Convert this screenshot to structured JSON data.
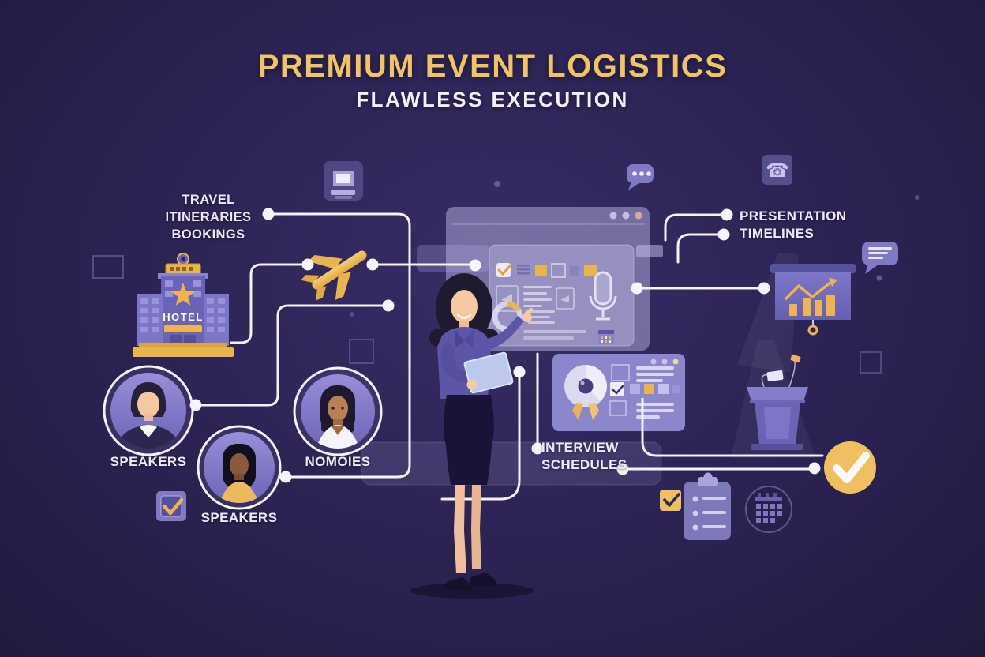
{
  "header": {
    "title": "PREMIUM EVENT LOGISTICS",
    "subtitle": "FLAWLESS EXECUTION"
  },
  "labels": {
    "travel": {
      "line1": "TRAVEL",
      "line2": "ITINERARIES",
      "line3": "BOOKINGS"
    },
    "presentation": {
      "line1": "PRESENTATION",
      "line2": "TIMELINES"
    },
    "interview": {
      "line1": "INTERVIEW",
      "line2": "SCHEDULES"
    },
    "speakers_top": "SPEAKERS",
    "speakers_bottom": "SPEAKERS",
    "nominees": "NOMOIES",
    "hotel_sign": "HOTEL"
  },
  "colors": {
    "background_center": "#372d66",
    "background_edge": "#221a40",
    "gold": "#eeb44e",
    "title_gold": "#f0c464",
    "text_white": "#edeaf8",
    "panel_purple": "#7d76c8",
    "connector_white": "#f4f2fb",
    "skirt_navy": "#191338",
    "tablet_blue": "#bcc8ec"
  },
  "icons": {
    "hotel-icon": "hotel building with gold star",
    "airplane-icon": "gold airplane",
    "printer-icon": "small badge printer square",
    "chat-dots-icon": "speech bubble with three dots",
    "phone-icon": "☎",
    "chat-lines-icon": "speech bubble with text lines",
    "checkbox-check-icon": "purple checkbox with gold check",
    "gold-checkbox-icon": "gold checkbox with navy check",
    "clipboard-icon": "clipboard with checklist",
    "calendar-icon": "round calendar grid",
    "gold-check-circle-icon": "gold circle with white checkmark",
    "mic-icon": "microphone outline",
    "donut-chart-icon": "donut chart with gold arc",
    "award-disc-icon": "disc medal with gold ribbons",
    "bar-chart-board-icon": "presentation board with gold bar chart and rising arrow",
    "podium-icon": "speaker podium with microphones",
    "tablet-icon": "light blue tablet"
  }
}
